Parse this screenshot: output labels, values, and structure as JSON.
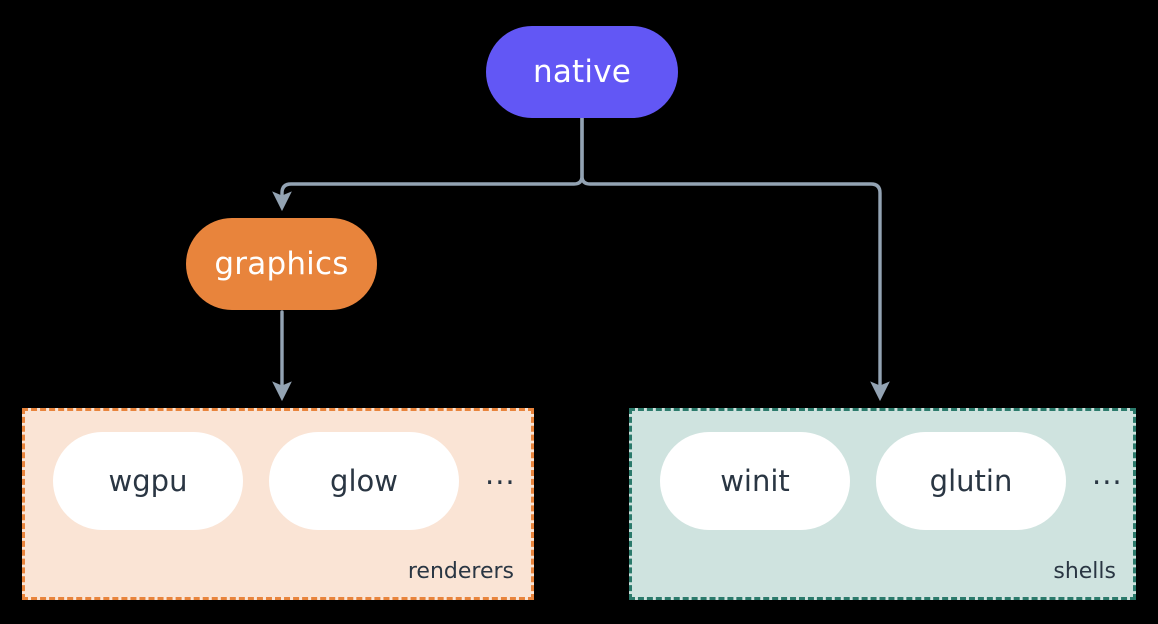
{
  "diagram": {
    "title": "native",
    "background_color": "#000000",
    "nodes": [
      {
        "id": "native",
        "label": "native",
        "color": "#6257f5",
        "text_color": "#ffffff"
      },
      {
        "id": "graphics",
        "label": "graphics",
        "color": "#e8843c",
        "text_color": "#ffffff"
      }
    ],
    "groups": [
      {
        "id": "renderers",
        "label": "renderers",
        "fill_color": "#fae4d5",
        "border_color": "#e8843c",
        "border_style": "dashed",
        "items": [
          {
            "label": "wgpu"
          },
          {
            "label": "glow"
          }
        ],
        "ellipsis": "..."
      },
      {
        "id": "shells",
        "label": "shells",
        "fill_color": "#cfe3df",
        "border_color": "#2b7a6b",
        "border_style": "dashed",
        "items": [
          {
            "label": "winit"
          },
          {
            "label": "glutin"
          }
        ],
        "ellipsis": "..."
      }
    ],
    "edges": [
      {
        "id": "native-graphics",
        "from": "native",
        "to": "graphics",
        "color": "#93a3b3",
        "arrow": true
      },
      {
        "id": "native-shells",
        "from": "native",
        "to": "shells",
        "color": "#93a3b3",
        "arrow": true
      },
      {
        "id": "graphics-renderers",
        "from": "graphics",
        "to": "renderers",
        "color": "#93a3b3",
        "arrow": true
      }
    ],
    "edge_color": "#93a3b3"
  }
}
